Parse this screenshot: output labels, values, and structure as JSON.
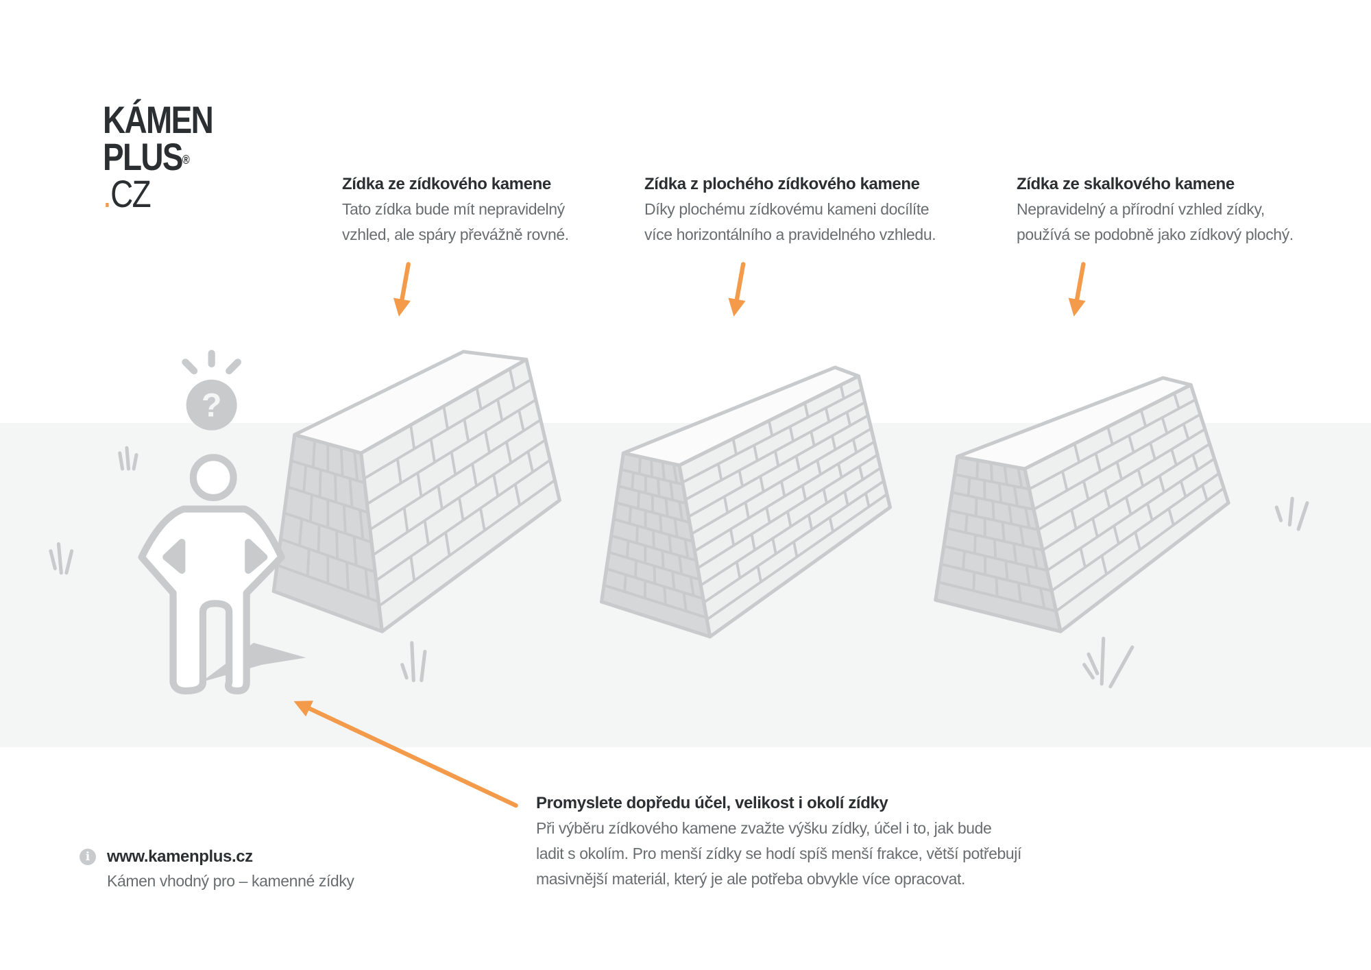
{
  "logo": {
    "line1": "KÁMEN",
    "line2": "PLUS",
    "registered": "®",
    "dot": ".",
    "line3": "CZ"
  },
  "walls": [
    {
      "title": "Zídka ze zídkového kamene",
      "lines": [
        "Tato zídka bude mít nepravidelný",
        "vzhled, ale spáry převážně rovné."
      ]
    },
    {
      "title": "Zídka z plochého zídkového kamene",
      "lines": [
        "Díky plochému zídkovému kameni docílíte",
        "více horizontálního a pravidelného vzhledu."
      ]
    },
    {
      "title": "Zídka ze skalkového kamene",
      "lines": [
        "Nepravidelný a přírodní vzhled zídky,",
        "používá se podobně jako zídkový plochý."
      ]
    }
  ],
  "tip": {
    "title": "Promyslete dopředu účel, velikost i okolí zídky",
    "lines": [
      "Při výběru zídkového kamene zvažte výšku zídky, účel i to, jak bude",
      "ladit s okolím. Pro menší zídky se hodí spíš menší frakce, větší potřebují",
      "masivnější materiál, který je ale potřeba obvykle více opracovat."
    ]
  },
  "footer": {
    "icon": "info-icon",
    "url": "www.kamenplus.cz",
    "subtitle": "Kámen vhodný pro – kamenné zídky"
  },
  "colors": {
    "accent": "#f39a4b",
    "illustration": "#c8cacb",
    "band": "#f4f5f5",
    "text_dark": "#2c2f31"
  }
}
